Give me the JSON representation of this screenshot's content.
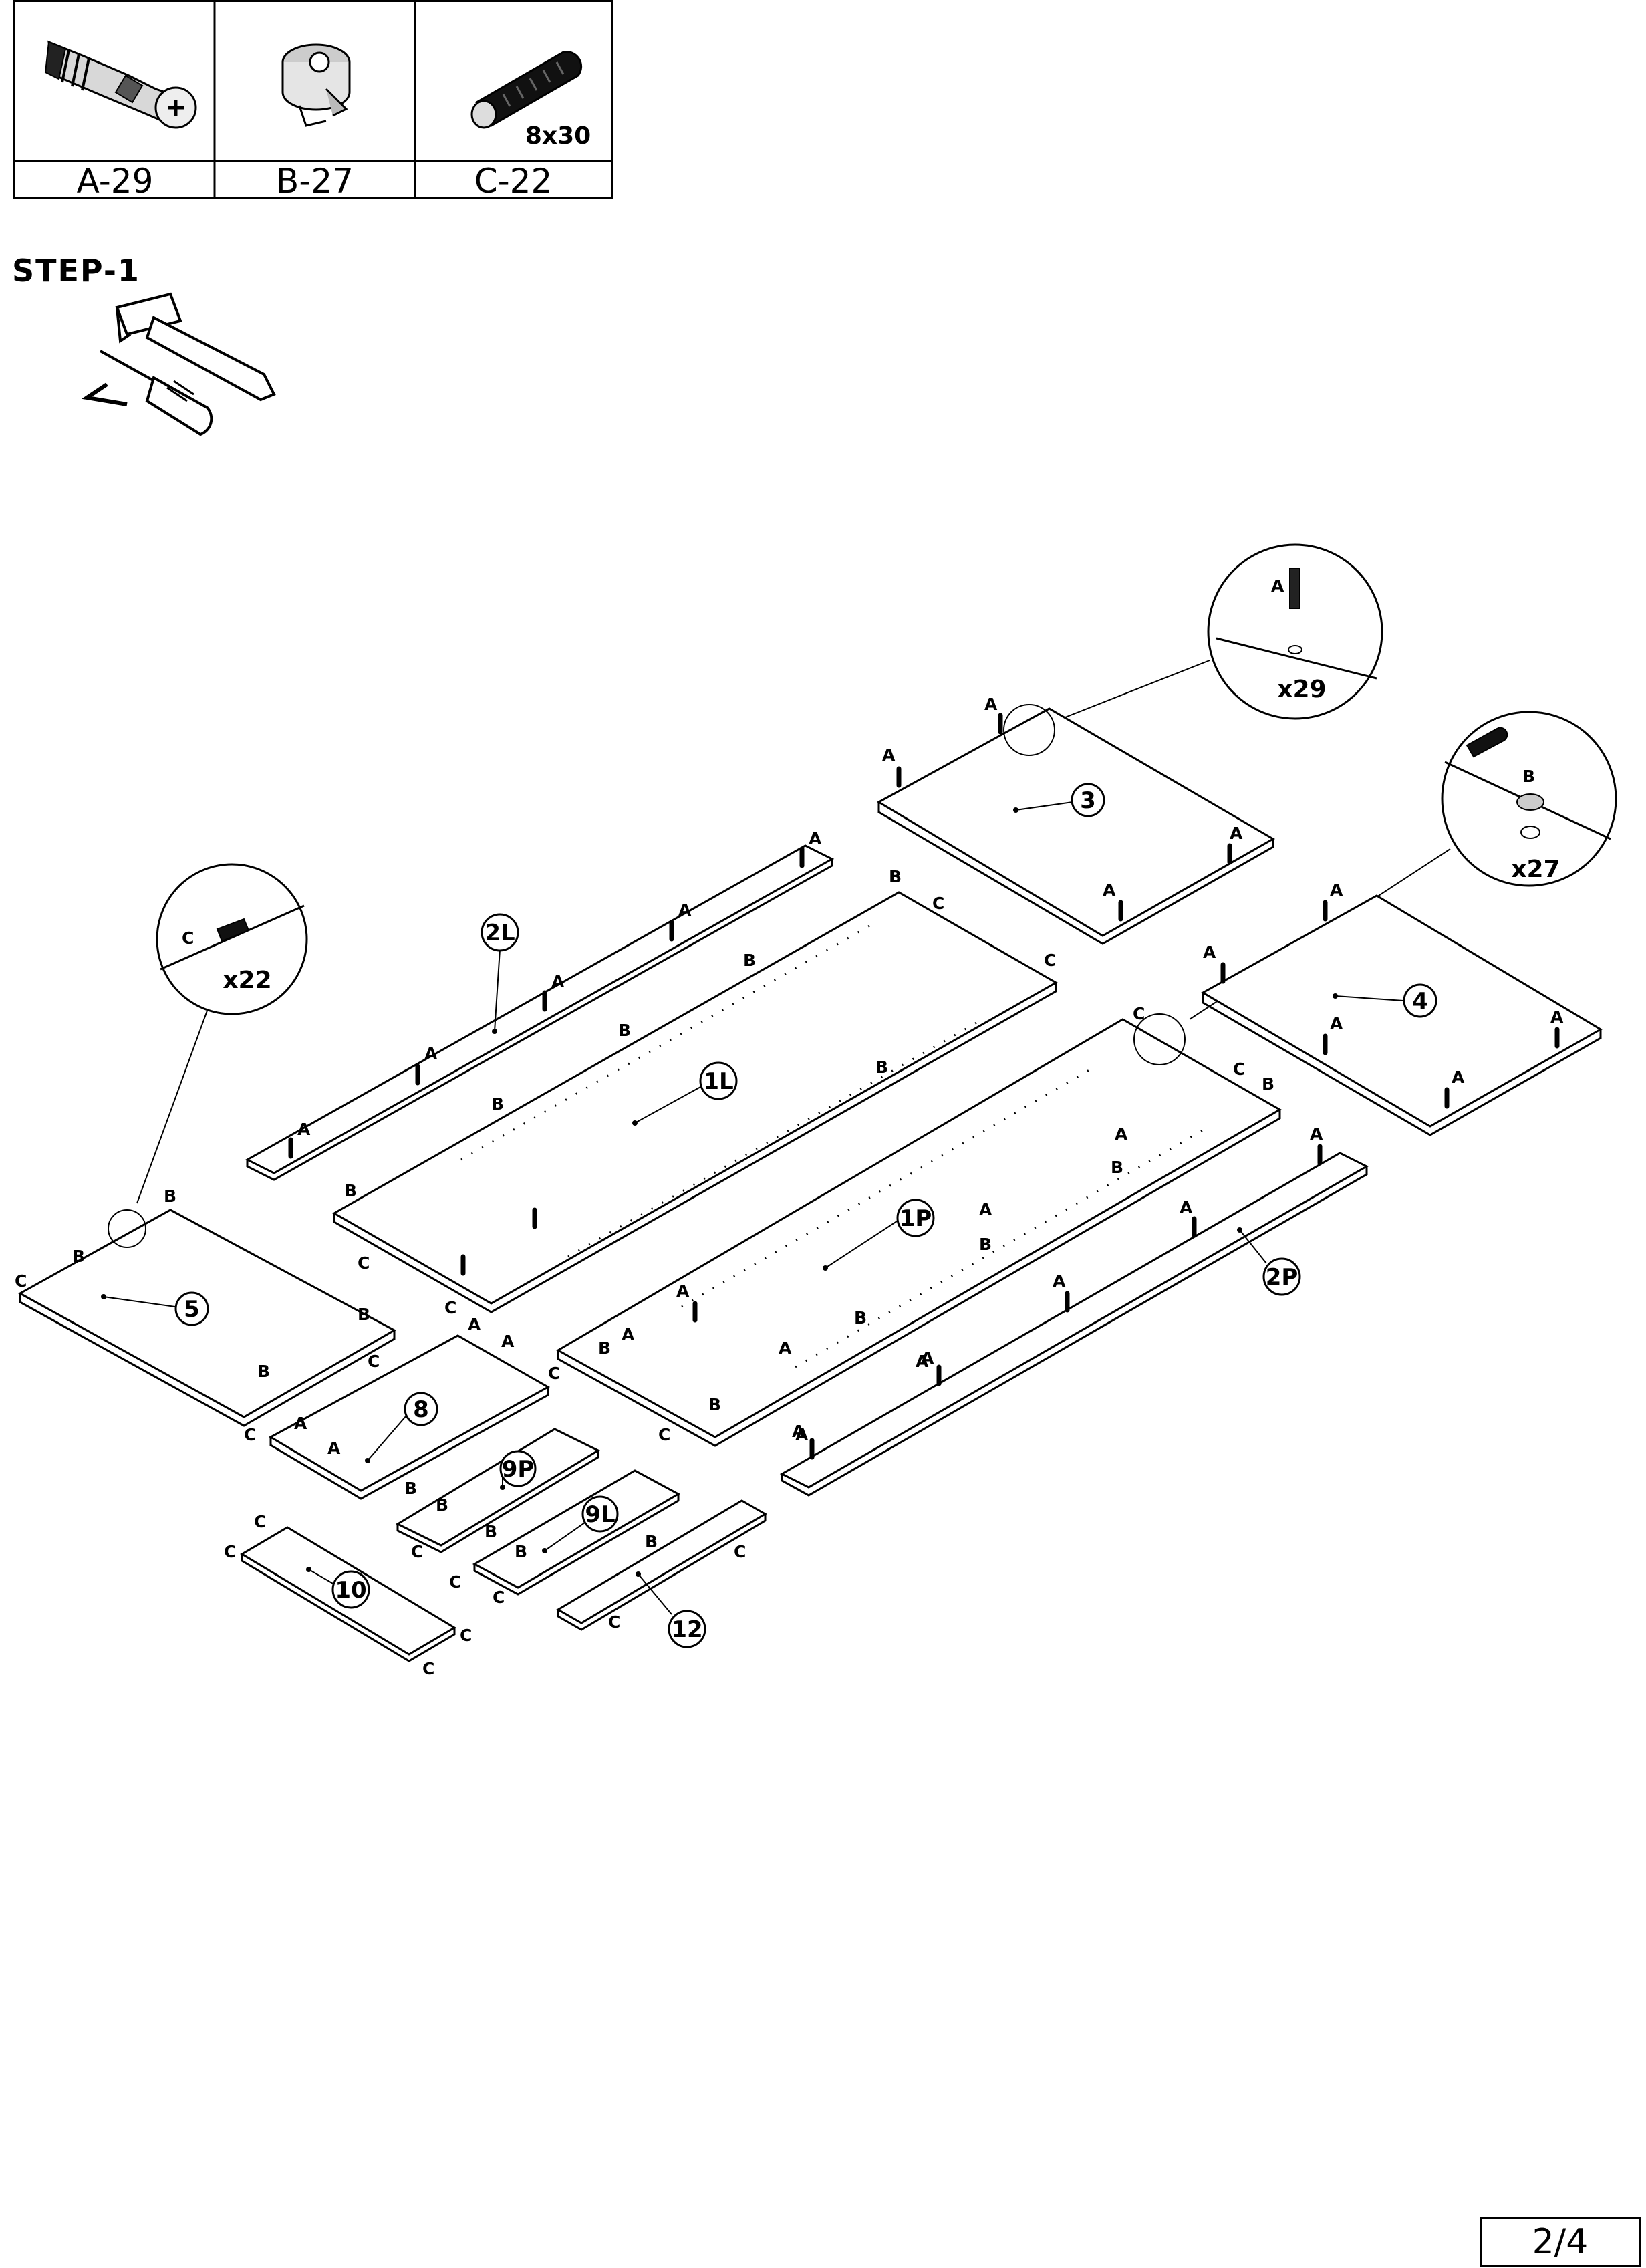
{
  "hardware_table": {
    "items": [
      {
        "code": "A-29",
        "icon": "cam-bolt-icon"
      },
      {
        "code": "B-27",
        "icon": "cam-lock-nut-icon"
      },
      {
        "code": "C-22",
        "icon": "wooden-dowel-icon",
        "size": "8x30"
      }
    ]
  },
  "step": {
    "title": "STEP-1",
    "tools": [
      "hammer-icon",
      "screwdriver-icon",
      "allen-key-icon"
    ]
  },
  "callouts": {
    "a": {
      "letter": "A",
      "qty": "x29"
    },
    "b": {
      "letter": "B",
      "qty": "x27"
    },
    "c": {
      "letter": "C",
      "qty": "x22"
    }
  },
  "panels": {
    "p3": "3",
    "p4": "4",
    "p2l": "2L",
    "p1l": "1L",
    "p1p": "1P",
    "p2p": "2P",
    "p5": "5",
    "p8": "8",
    "p9p": "9P",
    "p9l": "9L",
    "p10": "10",
    "p12": "12"
  },
  "hardware_letters": {
    "a": "A",
    "b": "B",
    "c": "C"
  },
  "page_number": "2/4"
}
